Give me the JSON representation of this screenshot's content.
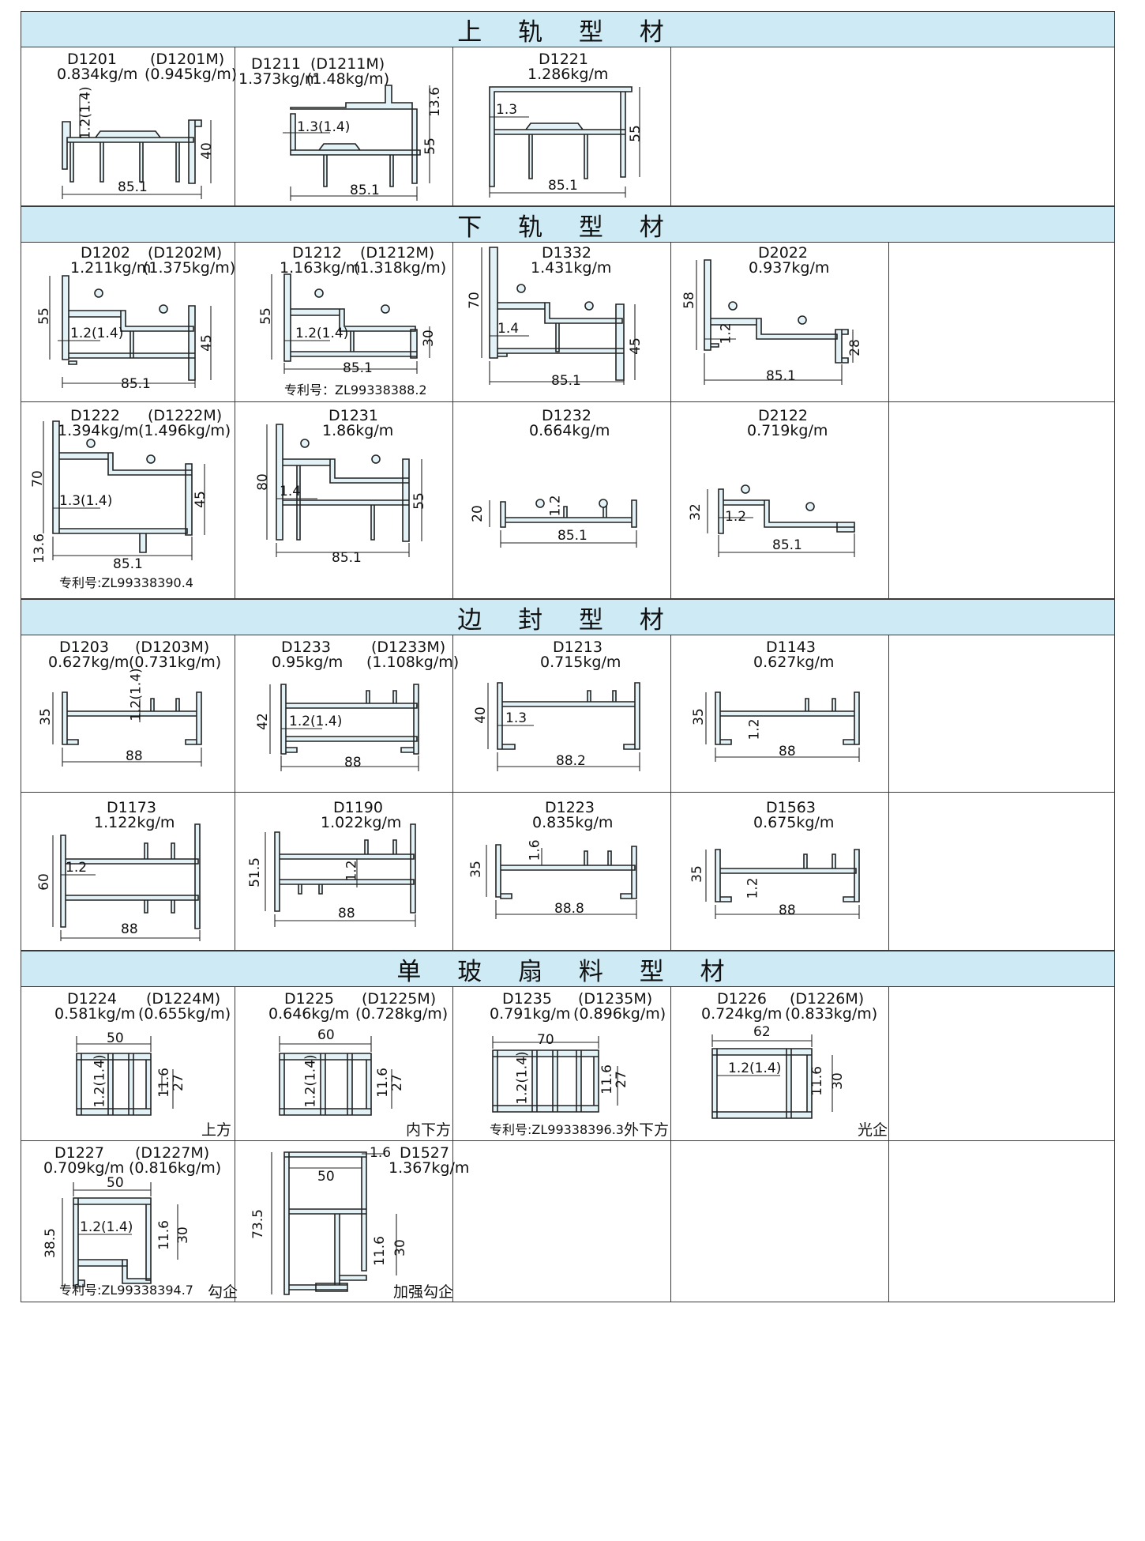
{
  "sections": [
    {
      "title": "上 轨 型 材"
    },
    {
      "title": "下 轨 型 材"
    },
    {
      "title": "边 封 型 材"
    },
    {
      "title": "单 玻 扇 料 型 材"
    }
  ],
  "top_rail": [
    {
      "code": "D1201",
      "alt": "(D1201M)",
      "weight": "0.834kg/m",
      "alt_weight": "(0.945kg/m)",
      "dims": [
        "1.2(1.4)",
        "40",
        "85.1"
      ]
    },
    {
      "code": "D1211",
      "alt": "(D1211M)",
      "weight": "1.373kg/m",
      "alt_weight": "(1.48kg/m)",
      "dims": [
        "13.6",
        "1.3(1.4)",
        "55",
        "85.1"
      ]
    },
    {
      "code": "D1221",
      "weight": "1.286kg/m",
      "dims": [
        "1.3",
        "55",
        "85.1"
      ]
    }
  ],
  "bottom_rail": [
    {
      "code": "D1202",
      "alt": "(D1202M)",
      "weight": "1.211kg/m",
      "alt_weight": "(1.375kg/m)",
      "dims": [
        "55",
        "1.2(1.4)",
        "45",
        "85.1"
      ]
    },
    {
      "code": "D1212",
      "alt": "(D1212M)",
      "weight": "1.163kg/m",
      "alt_weight": "(1.318kg/m)",
      "dims": [
        "55",
        "1.2(1.4)",
        "30",
        "85.1"
      ],
      "patent": "专利号：ZL99338388.2"
    },
    {
      "code": "D1332",
      "weight": "1.431kg/m",
      "dims": [
        "70",
        "1.4",
        "45",
        "85.1"
      ]
    },
    {
      "code": "D2022",
      "weight": "0.937kg/m",
      "dims": [
        "58",
        "1.2",
        "28",
        "85.1"
      ]
    },
    {
      "code": "D1222",
      "alt": "(D1222M)",
      "weight": "1.394kg/m",
      "alt_weight": "(1.496kg/m)",
      "dims": [
        "70",
        "1.3(1.4)",
        "45",
        "13.6",
        "85.1"
      ],
      "patent": "专利号:ZL99338390.4"
    },
    {
      "code": "D1231",
      "weight": "1.86kg/m",
      "dims": [
        "80",
        "1.4",
        "55",
        "85.1"
      ]
    },
    {
      "code": "D1232",
      "weight": "0.664kg/m",
      "dims": [
        "20",
        "1.2",
        "85.1"
      ]
    },
    {
      "code": "D2122",
      "weight": "0.719kg/m",
      "dims": [
        "32",
        "1.2",
        "85.1"
      ]
    }
  ],
  "side_seal": [
    {
      "code": "D1203",
      "alt": "(D1203M)",
      "weight": "0.627kg/m",
      "alt_weight": "(0.731kg/m)",
      "dims": [
        "1.2(1.4)",
        "35",
        "88"
      ]
    },
    {
      "code": "D1233",
      "alt": "(D1233M)",
      "weight": "0.95kg/m",
      "alt_weight": "(1.108kg/m)",
      "dims": [
        "42",
        "1.2(1.4)",
        "88"
      ]
    },
    {
      "code": "D1213",
      "weight": "0.715kg/m",
      "dims": [
        "40",
        "1.3",
        "88.2"
      ]
    },
    {
      "code": "D1143",
      "weight": "0.627kg/m",
      "dims": [
        "35",
        "1.2",
        "88"
      ]
    },
    {
      "code": "D1173",
      "weight": "1.122kg/m",
      "dims": [
        "60",
        "1.2",
        "88"
      ]
    },
    {
      "code": "D1190",
      "weight": "1.022kg/m",
      "dims": [
        "51.5",
        "1.2",
        "88"
      ]
    },
    {
      "code": "D1223",
      "weight": "0.835kg/m",
      "dims": [
        "35",
        "1.6",
        "88.8"
      ]
    },
    {
      "code": "D1563",
      "weight": "0.675kg/m",
      "dims": [
        "35",
        "1.2",
        "88"
      ]
    }
  ],
  "sash": [
    {
      "code": "D1224",
      "alt": "(D1224M)",
      "weight": "0.581kg/m",
      "alt_weight": "(0.655kg/m)",
      "dims": [
        "50",
        "1.2(1.4)",
        "11.6",
        "27"
      ],
      "tag": "上方"
    },
    {
      "code": "D1225",
      "alt": "(D1225M)",
      "weight": "0.646kg/m",
      "alt_weight": "(0.728kg/m)",
      "dims": [
        "60",
        "1.2(1.4)",
        "11.6",
        "27"
      ],
      "tag": "内下方"
    },
    {
      "code": "D1235",
      "alt": "(D1235M)",
      "weight": "0.791kg/m",
      "alt_weight": "(0.896kg/m)",
      "dims": [
        "70",
        "1.2(1.4)",
        "11.6",
        "27"
      ],
      "tag": "外下方",
      "patent": "专利号:ZL99338396.3"
    },
    {
      "code": "D1226",
      "alt": "(D1226M)",
      "weight": "0.724kg/m",
      "alt_weight": "(0.833kg/m)",
      "dims": [
        "62",
        "1.2(1.4)",
        "11.6",
        "30"
      ],
      "tag": "光企"
    },
    {
      "code": "D1227",
      "alt": "(D1227M)",
      "weight": "0.709kg/m",
      "alt_weight": "(0.816kg/m)",
      "dims": [
        "50",
        "1.2(1.4)",
        "38.5",
        "11.6",
        "30"
      ],
      "tag": "勾企",
      "patent": "专利号:ZL99338394.7"
    },
    {
      "code": "D1527",
      "weight": "1.367kg/m",
      "dims": [
        "1.6",
        "50",
        "73.5",
        "11.6",
        "30"
      ],
      "tag": "加强勾企"
    }
  ]
}
